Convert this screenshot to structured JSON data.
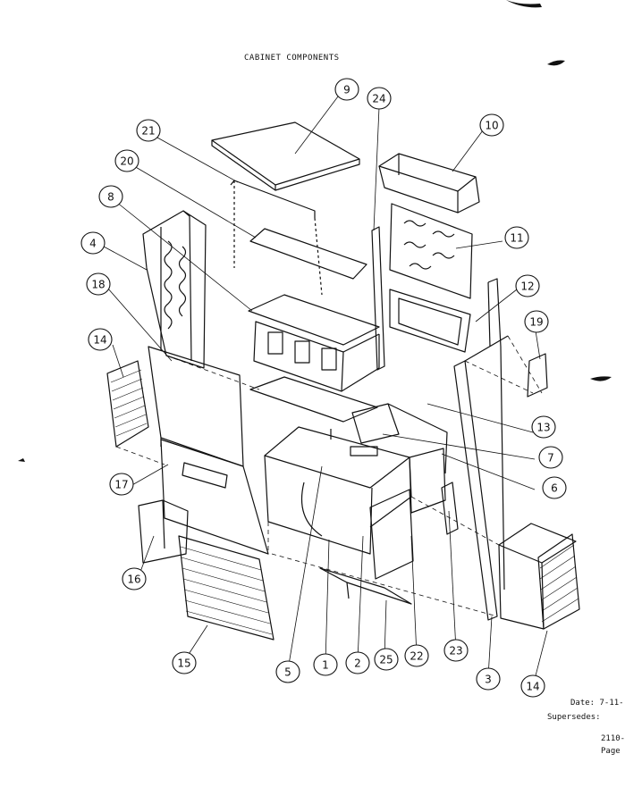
{
  "title": "CABINET COMPONENTS",
  "callouts": [
    {
      "id": "c9",
      "label": "9"
    },
    {
      "id": "c24",
      "label": "24"
    },
    {
      "id": "c10",
      "label": "10"
    },
    {
      "id": "c21",
      "label": "21"
    },
    {
      "id": "c20",
      "label": "20"
    },
    {
      "id": "c8",
      "label": "8"
    },
    {
      "id": "c11",
      "label": "11"
    },
    {
      "id": "c4",
      "label": "4"
    },
    {
      "id": "c18",
      "label": "18"
    },
    {
      "id": "c12",
      "label": "12"
    },
    {
      "id": "c19",
      "label": "19"
    },
    {
      "id": "c14a",
      "label": "14"
    },
    {
      "id": "c13",
      "label": "13"
    },
    {
      "id": "c7",
      "label": "7"
    },
    {
      "id": "c17",
      "label": "17"
    },
    {
      "id": "c6",
      "label": "6"
    },
    {
      "id": "c16",
      "label": "16"
    },
    {
      "id": "c15",
      "label": "15"
    },
    {
      "id": "c5",
      "label": "5"
    },
    {
      "id": "c1",
      "label": "1"
    },
    {
      "id": "c2",
      "label": "2"
    },
    {
      "id": "c25",
      "label": "25"
    },
    {
      "id": "c22",
      "label": "22"
    },
    {
      "id": "c23",
      "label": "23"
    },
    {
      "id": "c3",
      "label": "3"
    },
    {
      "id": "c14b",
      "label": "14"
    }
  ],
  "footer": {
    "date": "Date:  7-11-",
    "supersedes": "Supersedes:",
    "code": "2110-",
    "page": "Page"
  }
}
